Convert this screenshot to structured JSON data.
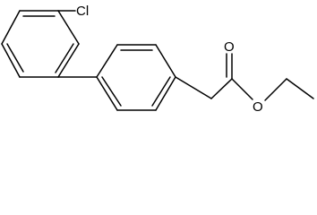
{
  "molecule": {
    "atoms": {
      "chlorine": "Cl",
      "ester_carbonyl_oxygen": "O",
      "ester_ether_oxygen": "O"
    }
  },
  "colors": {
    "bond": "#000000",
    "label": "#000000",
    "background": "#ffffff"
  }
}
